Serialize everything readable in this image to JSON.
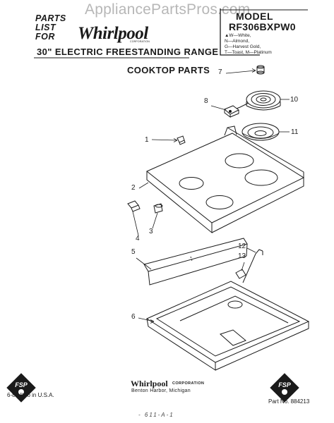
{
  "header": {
    "parts_list_lines": [
      "PARTS",
      "LIST",
      "FOR"
    ],
    "brand": "Whirlpool",
    "brand_sub": "CORPORATION",
    "watermark": "AppliancePartsPros.com",
    "model_label": "MODEL",
    "model_number": "RF306BXPW0",
    "color_codes": [
      "▲W—White,",
      "N—Almond,",
      "G—Harvest Gold,",
      "T—Toast, M—Platinum"
    ],
    "range_title": "30\" ELECTRIC FREESTANDING RANGE"
  },
  "section_title": "COOKTOP PARTS",
  "callouts": [
    "1",
    "2",
    "3",
    "4",
    "5",
    "6",
    "7",
    "8",
    "10",
    "11",
    "12",
    "13"
  ],
  "footer": {
    "brand": "Whirlpool",
    "corp": "CORPORATION",
    "address": "Benton Harbor, Michigan",
    "litho": "6-86 litho in U.S.A.",
    "part_no": "Part No. 884213",
    "doc_code": "- 611-A-1",
    "fsp_label": "FSP"
  },
  "colors": {
    "ink": "#1a1a1a",
    "watermark": "#b7b7b7"
  }
}
